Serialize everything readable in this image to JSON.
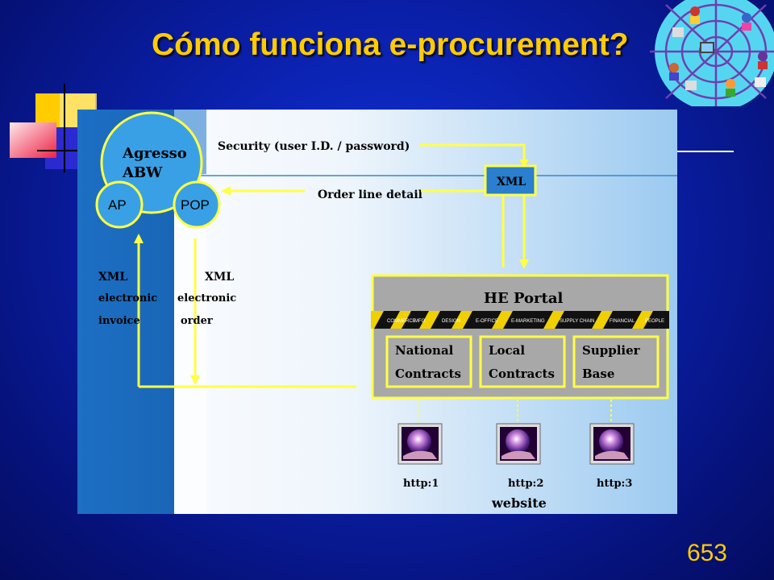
{
  "slide": {
    "title": "Cómo funciona e-procurement?",
    "page_number": "653"
  },
  "colors": {
    "background": "#0a1fa8",
    "title": "#ffcc00",
    "arrows": "#ffff44",
    "portal_box": "#a8a8a8"
  },
  "diagram": {
    "erp": {
      "name_line1": "Agresso",
      "name_line2": "ABW",
      "module_ap": "AP",
      "module_pop": "POP"
    },
    "security_label": "Security (user I.D. / password)",
    "order_line_label": "Order line detail",
    "xml_box": "XML",
    "left_flow": {
      "line1": "XML",
      "line2": "electronic",
      "line3": "invoice"
    },
    "right_flow": {
      "line1": "XML",
      "line2": "electronic",
      "line3": "order"
    },
    "portal": {
      "title": "HE Portal",
      "banner_items": [
        "COMMERCE",
        "MFG",
        "DESIGN",
        "E-OFFICE",
        "E-MARKETING",
        "SUPPLY CHAIN",
        "FINANCIAL",
        "PEOPLE"
      ],
      "boxes": [
        {
          "line1": "National",
          "line2": "Contracts"
        },
        {
          "line1": "Local",
          "line2": "Contracts"
        },
        {
          "line1": "Supplier",
          "line2": "Base"
        }
      ]
    },
    "sites": [
      "http:1",
      "http:2",
      "http:3"
    ],
    "website_label": "website"
  },
  "icons": {
    "logo_squares": "decorative-squares-icon",
    "web_globe": "web-globe-icon",
    "site_images": "globe-hand-icon"
  }
}
